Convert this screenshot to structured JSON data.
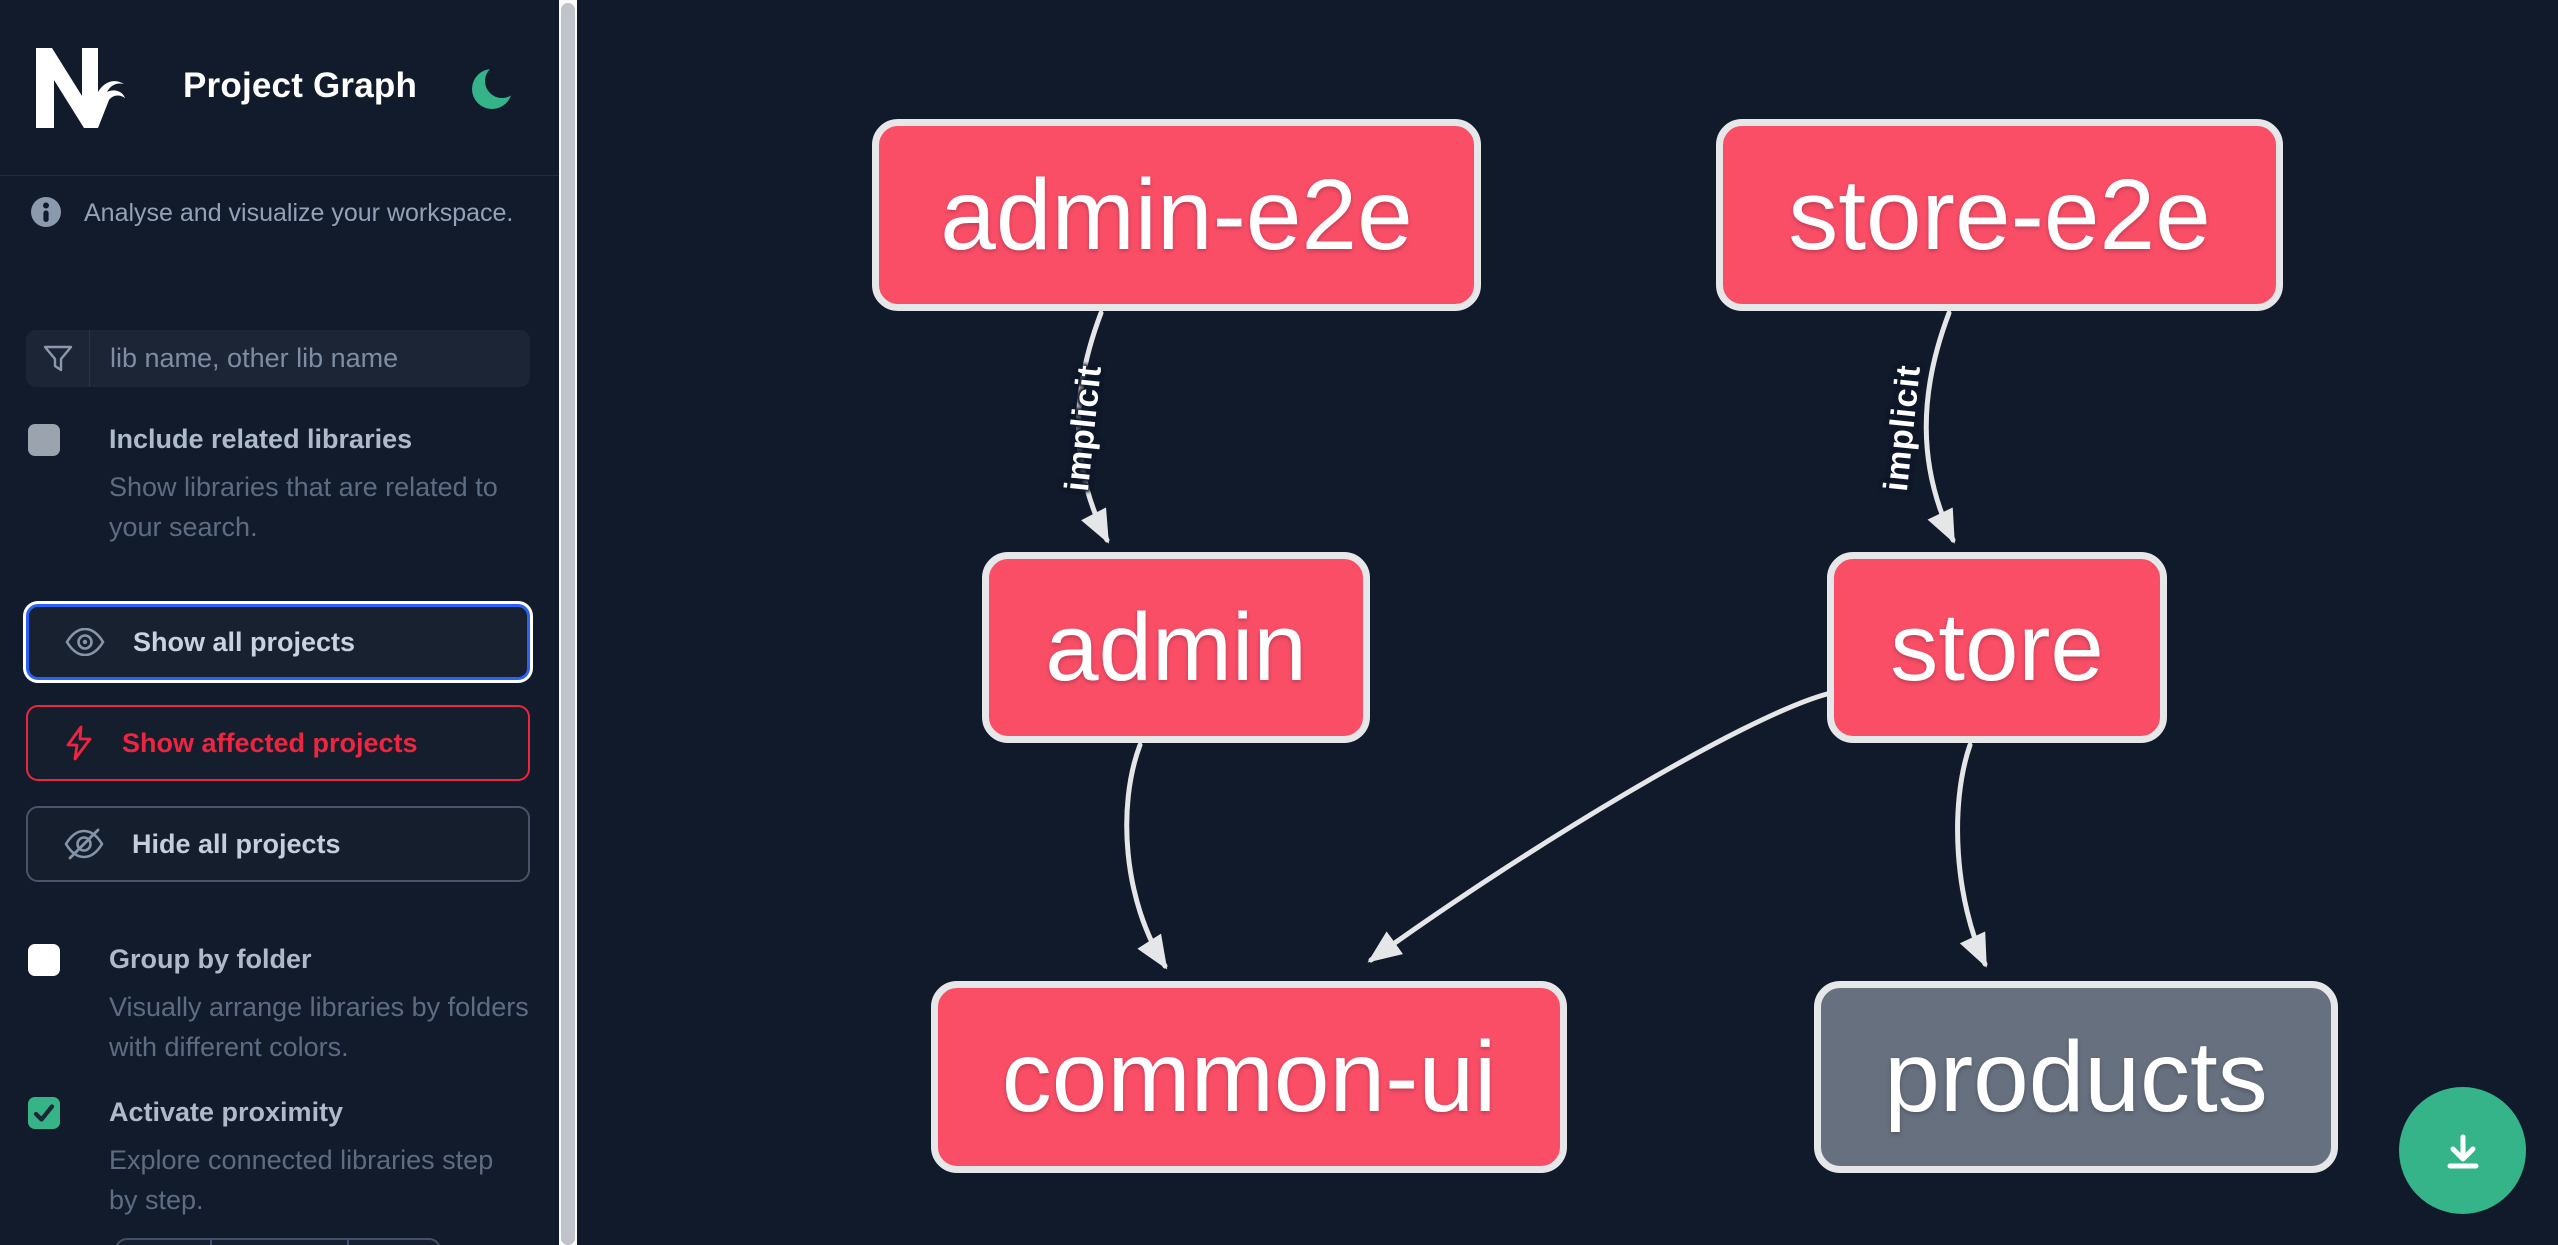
{
  "header": {
    "title": "Project Graph",
    "logo": "Nx",
    "theme_toggle_icon": "moon-icon"
  },
  "sidebar": {
    "info_text": "Analyse and visualize your workspace.",
    "info_icon": "info-circle-icon",
    "search": {
      "placeholder": "lib name, other lib name",
      "value": "",
      "icon": "funnel-filter-icon"
    },
    "toggles": [
      {
        "label": "Include related libraries",
        "description": "Show libraries that are related to your search.",
        "checked": false,
        "style": "gray"
      },
      {
        "label": "Group by folder",
        "description": "Visually arrange libraries by folders with different colors.",
        "checked": false,
        "style": "white"
      },
      {
        "label": "Activate proximity",
        "description": "Explore connected libraries step by step.",
        "checked": true,
        "style": "green"
      }
    ],
    "buttons": [
      {
        "label": "Show all projects",
        "icon": "eye-icon",
        "state": "focused"
      },
      {
        "label": "Show affected projects",
        "icon": "bolt-icon",
        "state": "affected"
      },
      {
        "label": "Hide all projects",
        "icon": "eye-slash-icon",
        "state": "default"
      }
    ]
  },
  "graph": {
    "nodes": [
      {
        "id": "admin-e2e",
        "label": "admin-e2e",
        "type": "affected"
      },
      {
        "id": "store-e2e",
        "label": "store-e2e",
        "type": "affected"
      },
      {
        "id": "admin",
        "label": "admin",
        "type": "affected"
      },
      {
        "id": "store",
        "label": "store",
        "type": "affected"
      },
      {
        "id": "common-ui",
        "label": "common-ui",
        "type": "affected"
      },
      {
        "id": "products",
        "label": "products",
        "type": "normal"
      }
    ],
    "edges": [
      {
        "source": "admin-e2e",
        "target": "admin",
        "label": "implicit"
      },
      {
        "source": "store-e2e",
        "target": "store",
        "label": "implicit"
      },
      {
        "source": "admin",
        "target": "common-ui",
        "label": ""
      },
      {
        "source": "store",
        "target": "common-ui",
        "label": ""
      },
      {
        "source": "store",
        "target": "products",
        "label": ""
      }
    ]
  },
  "fab": {
    "icon": "download-icon"
  },
  "colors": {
    "affected_node": "#fa4e67",
    "normal_node": "#67707f",
    "accent_green": "#34b488",
    "focus_blue": "#2a62f5",
    "affected_red": "#ee2540",
    "edge": "#e5e6e8",
    "background": "#111a2b"
  }
}
